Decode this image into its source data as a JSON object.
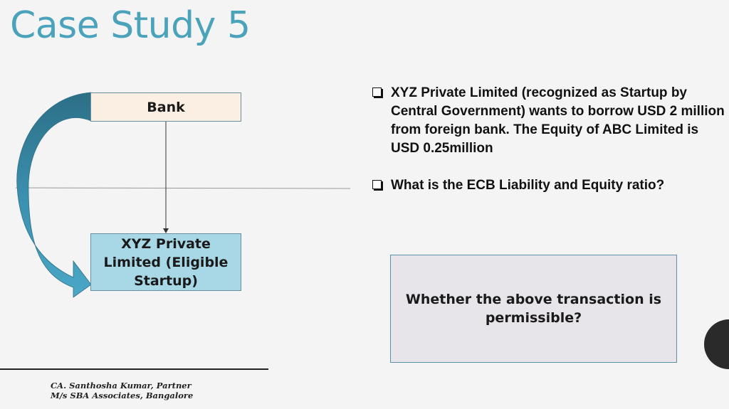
{
  "slide": {
    "title": "Case Study 5"
  },
  "diagram": {
    "bank_label": "Bank",
    "startup_label": "XYZ Private\nLimited  (Eligible\nStartup)"
  },
  "bullets": [
    "XYZ Private Limited (recognized as Startup by Central Government) wants to borrow  USD 2 million from foreign bank. The Equity  of ABC Limited is USD 0.25million",
    "What is the ECB Liability and Equity ratio?"
  ],
  "question": "Whether the above transaction is permissible?",
  "footer": {
    "line1": "CA. Santhosha Kumar, Partner",
    "line2": "M/s SBA Associates, Bangalore"
  },
  "colors": {
    "title": "#4aa3bb",
    "arrow": "#3a8fae",
    "bank_fill": "#fbeee2",
    "startup_fill": "#a8d8e6",
    "question_fill": "#e7e5ea"
  }
}
